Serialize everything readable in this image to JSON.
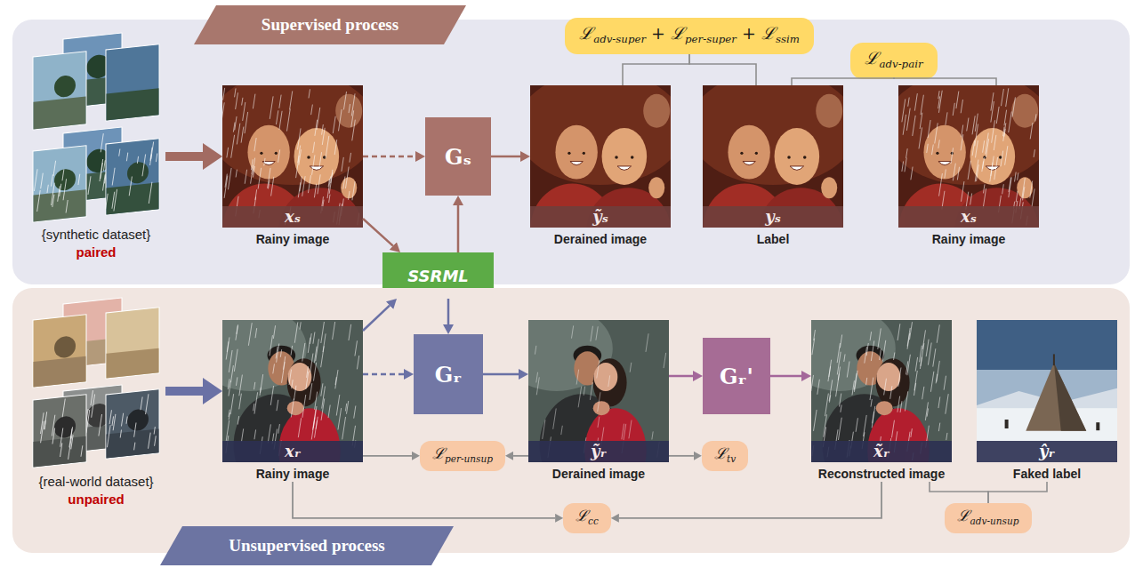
{
  "diagram": {
    "nodes": [
      {
        "text": [
          "Supervised process"
        ]
      },
      {
        "text": [
          "{synthetic dataset}",
          "paired"
        ],
        "in": 0
      },
      {
        "text": [
          "xₛ",
          "Rainy image"
        ],
        "in": 0
      },
      {
        "text": [
          "Gₛ"
        ],
        "in": 0
      },
      {
        "text": [
          "ỹₛ",
          "Derained image"
        ],
        "in": 0
      },
      {
        "text": [
          "yₛ",
          "Label"
        ],
        "in": 0
      },
      {
        "text": [
          "xₛ",
          "Rainy image"
        ],
        "in": 0
      },
      {
        "text": [
          "ℒadv-super + ℒper-super + ℒssim"
        ],
        "in": 0
      },
      {
        "text": [
          "ℒadv-pair"
        ],
        "in": 0
      },
      {
        "text": [
          "SSRML"
        ]
      },
      {
        "text": [
          "Unsupervised process"
        ]
      },
      {
        "text": [
          "{real-world dataset}",
          "unpaired"
        ],
        "in": 10
      },
      {
        "text": [
          "xᵣ",
          "Rainy image"
        ],
        "in": 10
      },
      {
        "text": [
          "Gᵣ"
        ],
        "in": 10
      },
      {
        "text": [
          "ỹᵣ",
          "Derained image"
        ],
        "in": 10
      },
      {
        "text": [
          "Gᵣ'"
        ],
        "in": 10
      },
      {
        "text": [
          "x̃ᵣ",
          "Reconstructed image"
        ],
        "in": 10
      },
      {
        "text": [
          "ŷᵣ",
          "Faked label"
        ],
        "in": 10
      },
      {
        "text": [
          "ℒper-unsup"
        ],
        "in": 10
      },
      {
        "text": [
          "ℒtv"
        ],
        "in": 10
      },
      {
        "text": [
          "ℒcc"
        ],
        "in": 10
      },
      {
        "text": [
          "ℒadv-unsup"
        ],
        "in": 10
      }
    ],
    "edges": [
      {
        "from": 1,
        "to": 2,
        "arrow": "to"
      },
      {
        "from": 2,
        "to": 3,
        "arrow": "to"
      },
      {
        "from": 3,
        "to": 4,
        "arrow": "to"
      },
      {
        "from": 2,
        "to": 9,
        "arrow": "to"
      },
      {
        "from": 9,
        "to": 3,
        "arrow": "to"
      },
      {
        "from": 11,
        "to": 12,
        "arrow": "to"
      },
      {
        "from": 12,
        "to": 9,
        "arrow": "to"
      },
      {
        "from": 9,
        "to": 13,
        "arrow": "to"
      },
      {
        "from": 12,
        "to": 13,
        "arrow": "to"
      },
      {
        "from": 13,
        "to": 14,
        "arrow": "to"
      },
      {
        "from": 14,
        "to": 15,
        "arrow": "to"
      },
      {
        "from": 15,
        "to": 16,
        "arrow": "to"
      },
      {
        "from": 4,
        "to": 7,
        "arrow": "none"
      },
      {
        "from": 5,
        "to": 7,
        "arrow": "none"
      },
      {
        "from": 5,
        "to": 8,
        "arrow": "none"
      },
      {
        "from": 6,
        "to": 8,
        "arrow": "none"
      },
      {
        "from": 12,
        "to": 18,
        "arrow": "to"
      },
      {
        "from": 14,
        "to": 18,
        "arrow": "to"
      },
      {
        "from": 14,
        "to": 19,
        "arrow": "to"
      },
      {
        "from": 12,
        "to": 20,
        "arrow": "to"
      },
      {
        "from": 16,
        "to": 20,
        "arrow": "to"
      },
      {
        "from": 16,
        "to": 21,
        "arrow": "none"
      },
      {
        "from": 17,
        "to": 21,
        "arrow": "none"
      }
    ]
  }
}
